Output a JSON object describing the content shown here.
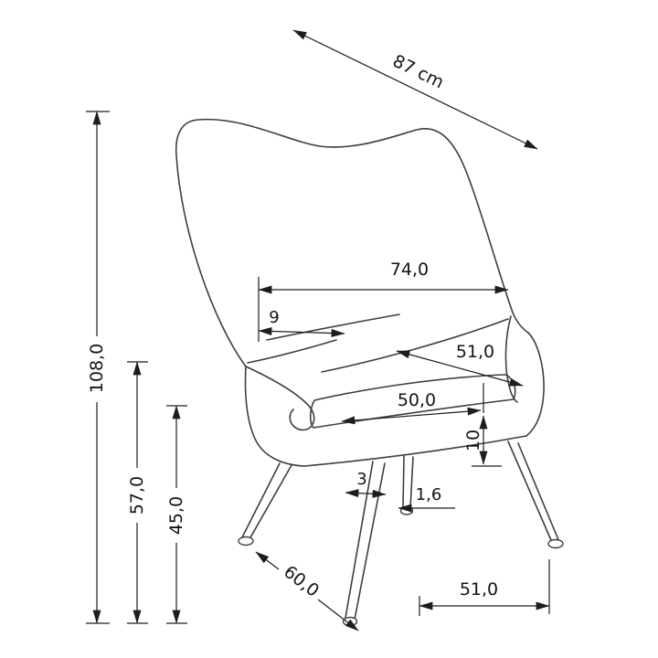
{
  "diagram": {
    "subject": "Wingback armchair dimensional drawing",
    "background_color": "#ffffff",
    "line_color": "#1d1d1d",
    "chair_line_color": "#3e3e3e",
    "dimensions": {
      "diagonal_depth": "87 cm",
      "total_height": "108,0",
      "arm_height": "57,0",
      "seat_height": "45,0",
      "back_width": "74,0",
      "wing_depth": "9",
      "arm_diagonal": "51,0",
      "seat_width": "50,0",
      "cushion_thickness": "10",
      "leg_top_width": "3",
      "foot_diameter": "1,6",
      "feet_span_depth": "60,0",
      "feet_span_width": "51,0"
    }
  }
}
